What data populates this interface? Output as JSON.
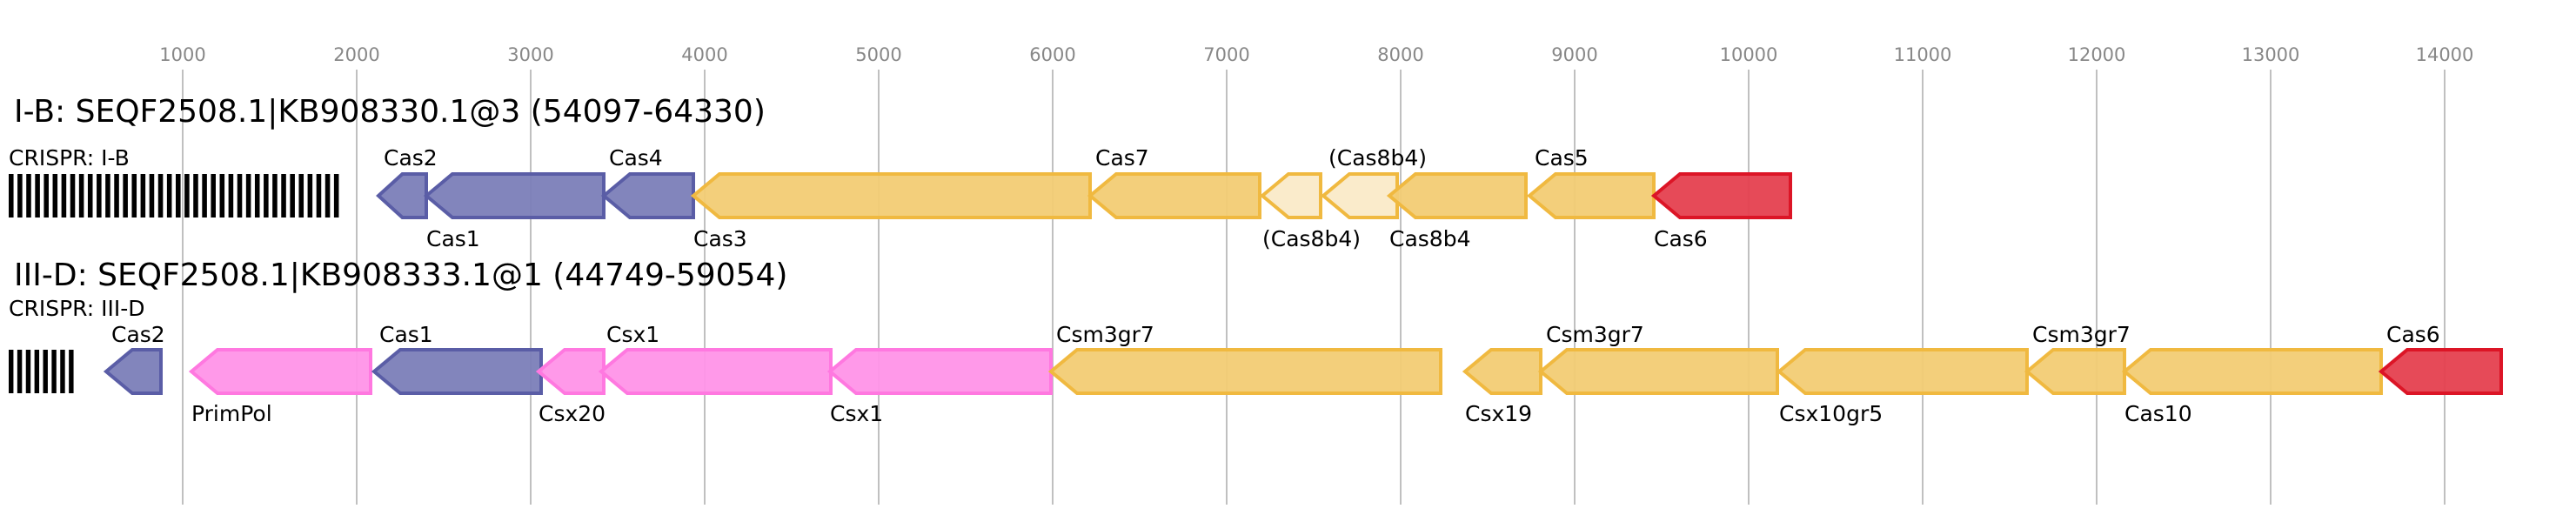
{
  "axis": {
    "ticks": [
      1000,
      2000,
      3000,
      4000,
      5000,
      6000,
      7000,
      8000,
      9000,
      10000,
      11000,
      12000,
      13000,
      14000
    ]
  },
  "colors": {
    "adaptation": {
      "fill": "#7b7eb8",
      "stroke": "#5a5da6"
    },
    "effector": {
      "fill": "#f2cc74",
      "stroke": "#f0b940"
    },
    "effector_partial": {
      "fill": "#faeac8",
      "stroke": "#f0b940"
    },
    "accessory": {
      "fill": "#ff94e8",
      "stroke": "#ff78e0"
    },
    "cas6": {
      "fill": "#e5404f",
      "stroke": "#dc1526"
    }
  },
  "loci": [
    {
      "title": "I-B: SEQF2508.1|KB908330.1@3 (54097-64330)",
      "crispr": {
        "label": "CRISPR: I-B",
        "start": 0,
        "end": 1920,
        "repeats": 38
      },
      "genes": [
        {
          "name": "Cas2",
          "start": 2125,
          "end": 2400,
          "type": "adaptation",
          "pos": "above"
        },
        {
          "name": "Cas1",
          "start": 2400,
          "end": 3420,
          "type": "adaptation",
          "pos": "below"
        },
        {
          "name": "Cas4",
          "start": 3420,
          "end": 3935,
          "type": "adaptation",
          "pos": "above"
        },
        {
          "name": "Cas3",
          "start": 3935,
          "end": 6215,
          "type": "effector",
          "pos": "below"
        },
        {
          "name": "Cas7",
          "start": 6215,
          "end": 7190,
          "type": "effector",
          "pos": "above"
        },
        {
          "name": "(Cas8b4)",
          "start": 7205,
          "end": 7540,
          "type": "effector_partial",
          "pos": "below"
        },
        {
          "name": "(Cas8b4)",
          "start": 7555,
          "end": 7980,
          "type": "effector_partial",
          "pos": "above"
        },
        {
          "name": "Cas8b4",
          "start": 7935,
          "end": 8720,
          "type": "effector",
          "pos": "below"
        },
        {
          "name": "Cas5",
          "start": 8740,
          "end": 9455,
          "type": "effector",
          "pos": "above"
        },
        {
          "name": "Cas6",
          "start": 9455,
          "end": 10240,
          "type": "cas6",
          "pos": "below"
        }
      ]
    },
    {
      "title": "III-D: SEQF2508.1|KB908333.1@1 (44749-59054)",
      "crispr": {
        "label": "CRISPR: III-D",
        "start": 0,
        "end": 395,
        "repeats": 8
      },
      "genes": [
        {
          "name": "Cas2",
          "start": 560,
          "end": 875,
          "type": "adaptation",
          "pos": "above"
        },
        {
          "name": "PrimPol",
          "start": 1050,
          "end": 2080,
          "type": "accessory",
          "pos": "below"
        },
        {
          "name": "Cas1",
          "start": 2100,
          "end": 3060,
          "type": "adaptation",
          "pos": "above"
        },
        {
          "name": "Csx20",
          "start": 3045,
          "end": 3420,
          "type": "accessory",
          "pos": "below"
        },
        {
          "name": "Csx1",
          "start": 3405,
          "end": 4725,
          "type": "accessory",
          "pos": "above"
        },
        {
          "name": "Csx1",
          "start": 4720,
          "end": 5990,
          "type": "accessory",
          "pos": "below"
        },
        {
          "name": "Csm3gr7",
          "start": 5990,
          "end": 8230,
          "type": "effector",
          "pos": "above"
        },
        {
          "name": "Csx19",
          "start": 8370,
          "end": 8805,
          "type": "effector",
          "pos": "below"
        },
        {
          "name": "Csm3gr7",
          "start": 8805,
          "end": 10165,
          "type": "effector",
          "pos": "above"
        },
        {
          "name": "Csx10gr5",
          "start": 10175,
          "end": 11600,
          "type": "effector",
          "pos": "below"
        },
        {
          "name": "Csm3gr7",
          "start": 11600,
          "end": 12160,
          "type": "effector",
          "pos": "above"
        },
        {
          "name": "Cas10",
          "start": 12160,
          "end": 13635,
          "type": "effector",
          "pos": "below"
        },
        {
          "name": "Cas6",
          "start": 13635,
          "end": 14325,
          "type": "cas6",
          "pos": "above"
        }
      ]
    }
  ]
}
